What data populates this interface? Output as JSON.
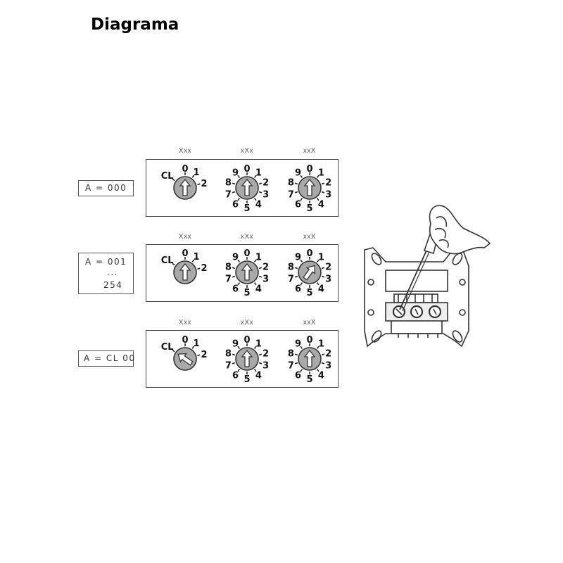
{
  "title": "Diagrama",
  "column_headers": [
    "Xxx",
    "xXx",
    "xxX"
  ],
  "rows": [
    {
      "address_lines": [
        "A = 000"
      ],
      "switches": [
        {
          "dial": "hundreds",
          "labels": [
            "CL",
            "0",
            "1",
            "2"
          ],
          "setting": "0"
        },
        {
          "dial": "tens",
          "labels": [
            "0",
            "1",
            "2",
            "3",
            "4",
            "5",
            "6",
            "7",
            "8",
            "9"
          ],
          "setting": "0"
        },
        {
          "dial": "units",
          "labels": [
            "0",
            "1",
            "2",
            "3",
            "4",
            "5",
            "6",
            "7",
            "8",
            "9"
          ],
          "setting": "0"
        }
      ]
    },
    {
      "address_lines": [
        "A = 001",
        "...",
        "254"
      ],
      "switches": [
        {
          "dial": "hundreds",
          "labels": [
            "CL",
            "0",
            "1",
            "2"
          ],
          "setting": "0"
        },
        {
          "dial": "tens",
          "labels": [
            "0",
            "1",
            "2",
            "3",
            "4",
            "5",
            "6",
            "7",
            "8",
            "9"
          ],
          "setting": "0"
        },
        {
          "dial": "units",
          "labels": [
            "0",
            "1",
            "2",
            "3",
            "4",
            "5",
            "6",
            "7",
            "8",
            "9"
          ],
          "setting": "1"
        }
      ]
    },
    {
      "address_lines": [
        "A = CL 00"
      ],
      "switches": [
        {
          "dial": "hundreds",
          "labels": [
            "CL",
            "0",
            "1",
            "2"
          ],
          "setting": "CL"
        },
        {
          "dial": "tens",
          "labels": [
            "0",
            "1",
            "2",
            "3",
            "4",
            "5",
            "6",
            "7",
            "8",
            "9"
          ],
          "setting": "0"
        },
        {
          "dial": "units",
          "labels": [
            "0",
            "1",
            "2",
            "3",
            "4",
            "5",
            "6",
            "7",
            "8",
            "9"
          ],
          "setting": "0"
        }
      ]
    }
  ],
  "illustration": {
    "subject": "hand adjusting rotary switch on module with screwdriver"
  }
}
